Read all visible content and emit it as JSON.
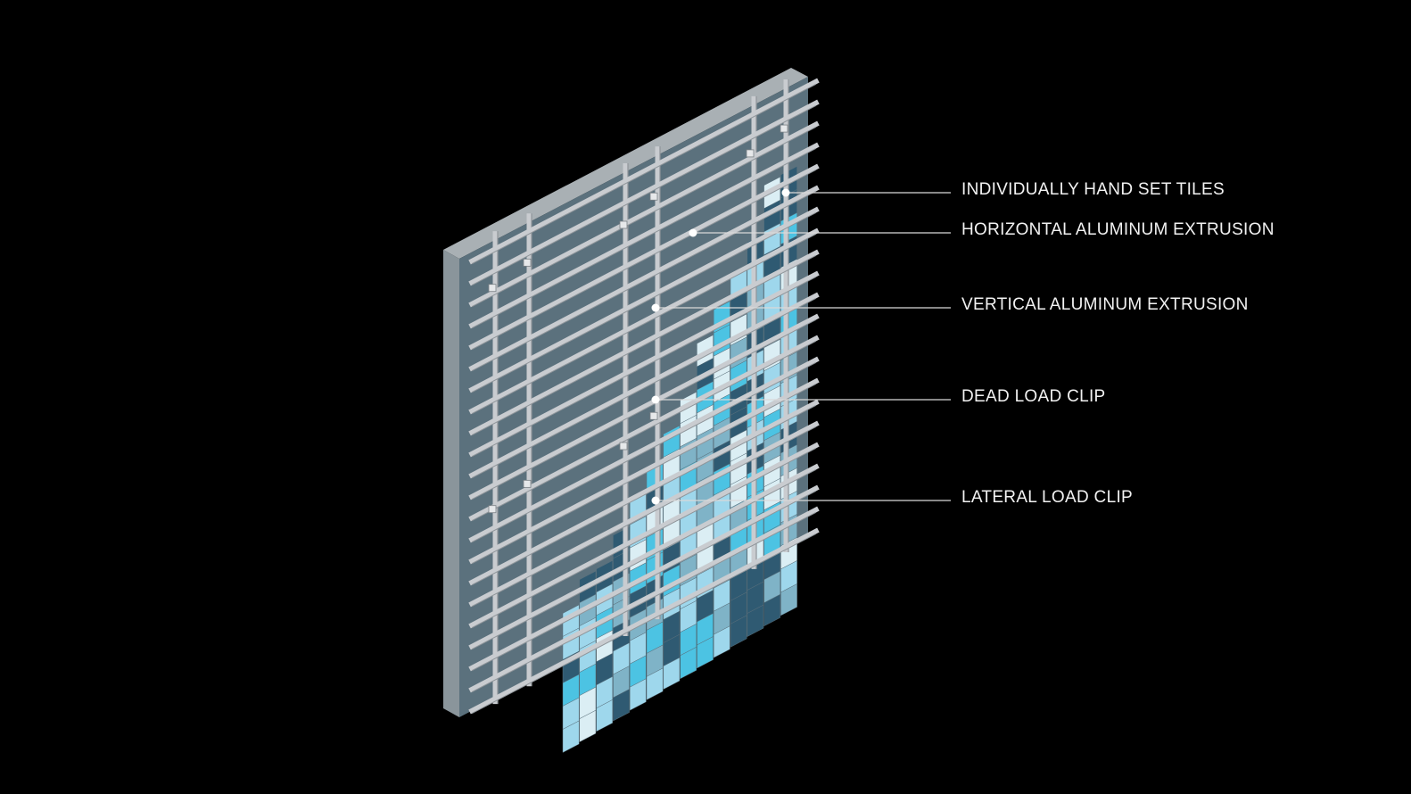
{
  "diagram": {
    "callouts": [
      {
        "id": "tiles",
        "label": "INDIVIDUALLY HAND SET TILES"
      },
      {
        "id": "horizontal",
        "label": "HORIZONTAL ALUMINUM EXTRUSION"
      },
      {
        "id": "vertical",
        "label": "VERTICAL ALUMINUM EXTRUSION"
      },
      {
        "id": "deadload",
        "label": "DEAD LOAD CLIP"
      },
      {
        "id": "lateral",
        "label": "LATERAL LOAD CLIP"
      }
    ],
    "colors": {
      "background": "#000000",
      "wall_face": "#5b717d",
      "wall_edge": "#8a959b",
      "wall_top": "#a9b0b4",
      "extrusion": "#c9ccd0",
      "extrusion_shadow": "#8f959a",
      "leader_line": "#d9d9d9",
      "tile_palette": [
        "#2f5a72",
        "#4cc3e3",
        "#9ed7ec",
        "#dbeef4",
        "#7fb3c7"
      ]
    }
  }
}
